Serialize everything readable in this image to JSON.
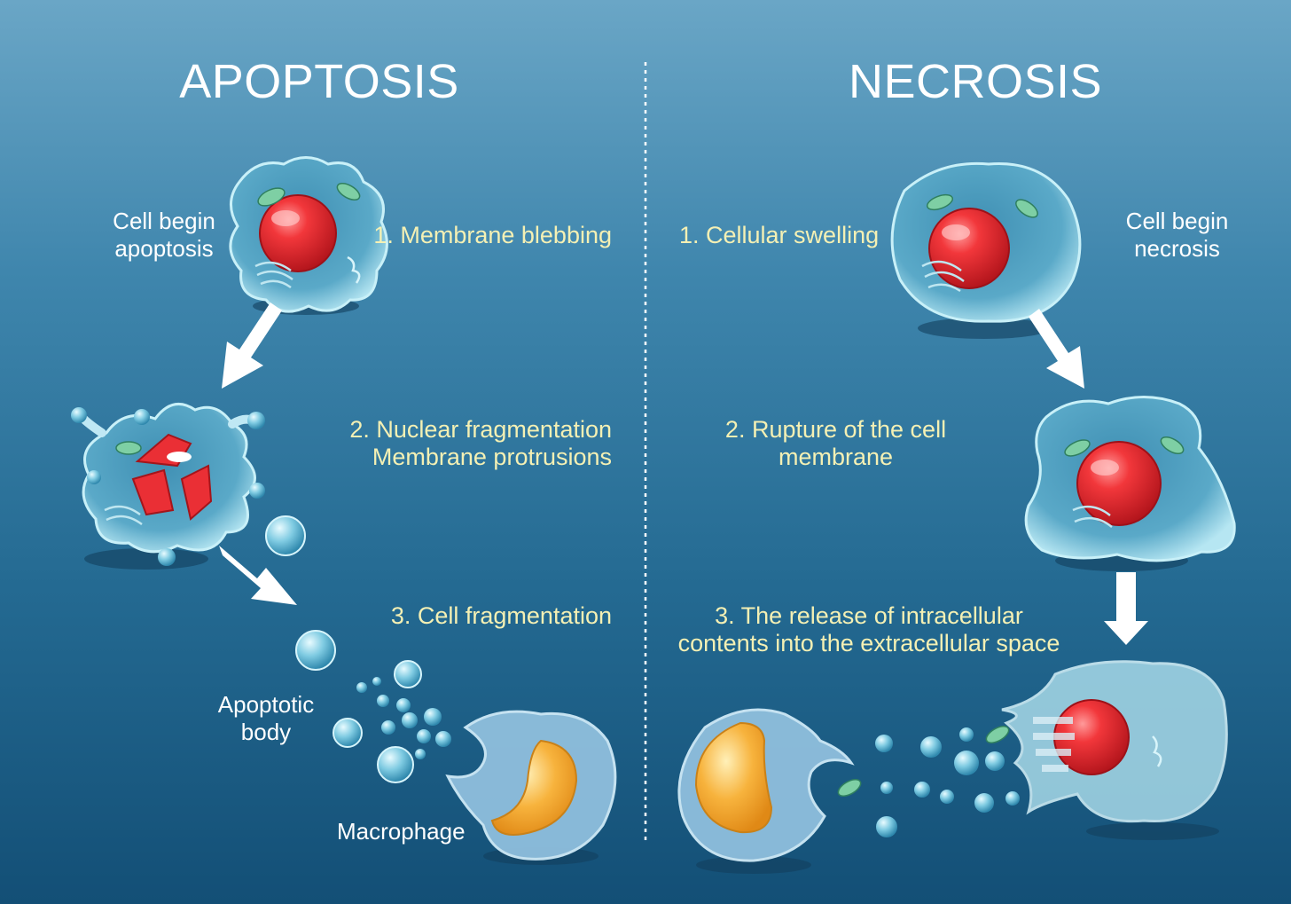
{
  "apoptosis": {
    "title": "APOPTOSIS",
    "start_label": [
      "Cell begin",
      "apoptosis"
    ],
    "step1": [
      "1. Membrane blebbing"
    ],
    "step2": [
      "2. Nuclear fragmentation",
      "Membrane protrusions"
    ],
    "step3": [
      "3. Cell fragmentation"
    ],
    "body_label": [
      "Apoptotic",
      "body"
    ],
    "macrophage_label": [
      "Macrophage"
    ]
  },
  "necrosis": {
    "title": "NECROSIS",
    "start_label": [
      "Cell begin",
      "necrosis"
    ],
    "step1": [
      "1. Cellular swelling"
    ],
    "step2": [
      "2. Rupture of the cell",
      "membrane"
    ],
    "step3": [
      "3. The release of intracellular",
      "contents into the extracellular space"
    ]
  },
  "colors": {
    "caption": "#f4f0b4",
    "heading": "#ffffff",
    "nucleus": "#e0252b",
    "macrophage_nucleus": "#f5b23c",
    "cell_body": "#9fd7e6"
  }
}
